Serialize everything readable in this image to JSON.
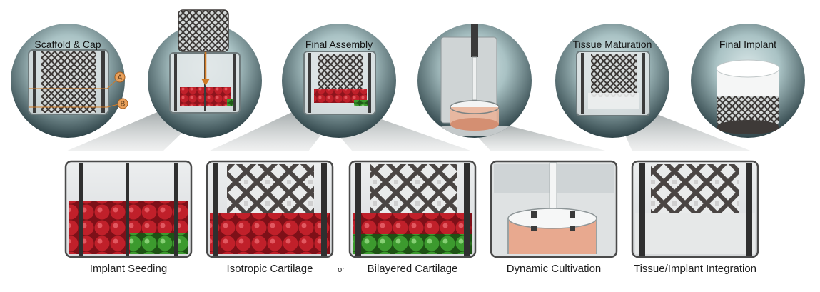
{
  "circles": [
    {
      "id": "scaffold-cap",
      "label": "Scaffold & Cap"
    },
    {
      "id": "seeding",
      "label": ""
    },
    {
      "id": "final-assembly",
      "label": "Final Assembly"
    },
    {
      "id": "bioreactor",
      "label": ""
    },
    {
      "id": "tissue-maturation",
      "label": "Tissue Maturation"
    },
    {
      "id": "final-implant",
      "label": "Final Implant"
    }
  ],
  "markers": {
    "a": "A",
    "b": "B"
  },
  "captions": {
    "implant_seeding": "Implant Seeding",
    "isotropic": "Isotropic Cartilage",
    "or": "or",
    "bilayered": "Bilayered Cartilage",
    "dynamic": "Dynamic Cultivation",
    "integration": "Tissue/Implant Integration"
  },
  "colors": {
    "circle_dark": "#34494e",
    "circle_light": "#bcd3d5",
    "beam": "#cfd2d2",
    "panel_border": "#4a4a4a",
    "red_cells": "#c0202a",
    "green_cells": "#3c9a2e",
    "scaffold": "#3e3a38",
    "arrow": "#d07a25",
    "medium": "#e9b49a"
  }
}
